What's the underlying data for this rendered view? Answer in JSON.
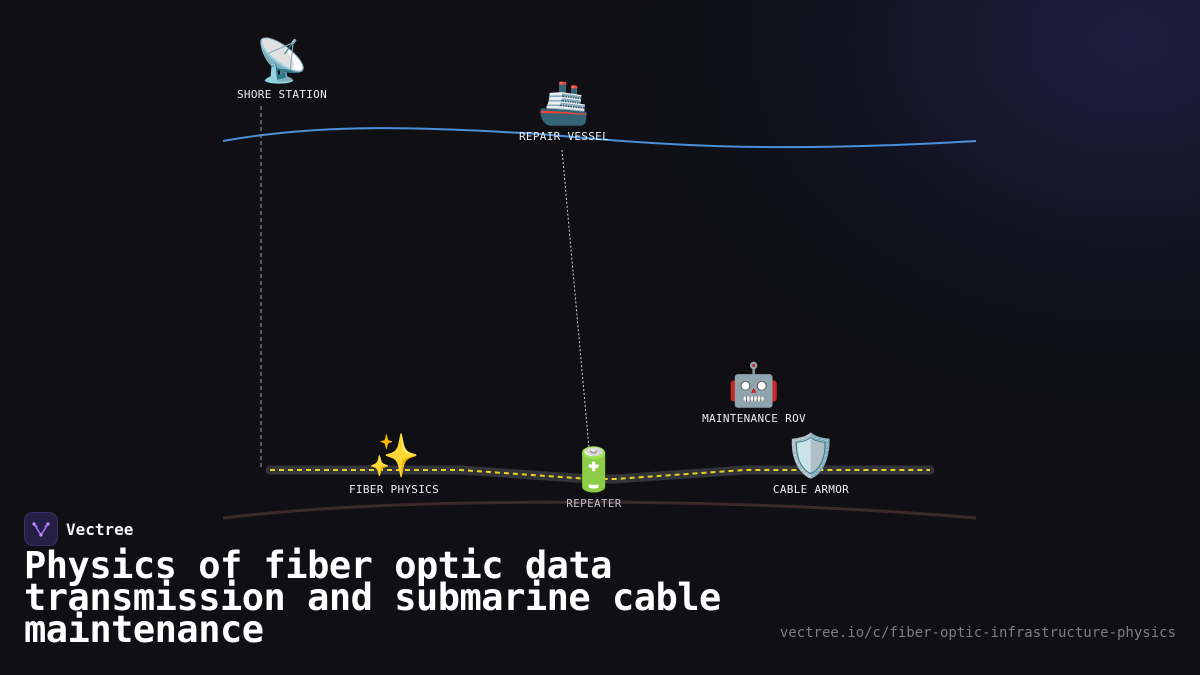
{
  "nodes": {
    "shore_station": {
      "label": "SHORE STATION",
      "icon": "satellite-dish-icon",
      "glyph": "📡"
    },
    "repair_vessel": {
      "label": "REPAIR VESSEL",
      "icon": "ship-icon",
      "glyph": "🚢"
    },
    "maintenance_rov": {
      "label": "MAINTENANCE ROV",
      "icon": "robot-icon",
      "glyph": "🤖"
    },
    "fiber_physics": {
      "label": "FIBER PHYSICS",
      "icon": "sparkles-icon",
      "glyph": "✨"
    },
    "repeater": {
      "label": "REPEATER",
      "icon": "battery-icon",
      "glyph": "🔋"
    },
    "cable_armor": {
      "label": "CABLE ARMOR",
      "icon": "shield-icon",
      "glyph": "🛡️"
    }
  },
  "brand": {
    "name": "Vectree",
    "icon": "vectree-logo-icon"
  },
  "title": "Physics of fiber optic data transmission and submarine cable maintenance",
  "url": "vectree.io/c/fiber-optic-infrastructure-physics",
  "colors": {
    "background": "#0f0f14",
    "sea_surface": "#4a90d9",
    "seabed": "#3a2a2a",
    "cable": "#33333a",
    "signal": "#e8d21a",
    "accent": "#8a5cf0"
  }
}
